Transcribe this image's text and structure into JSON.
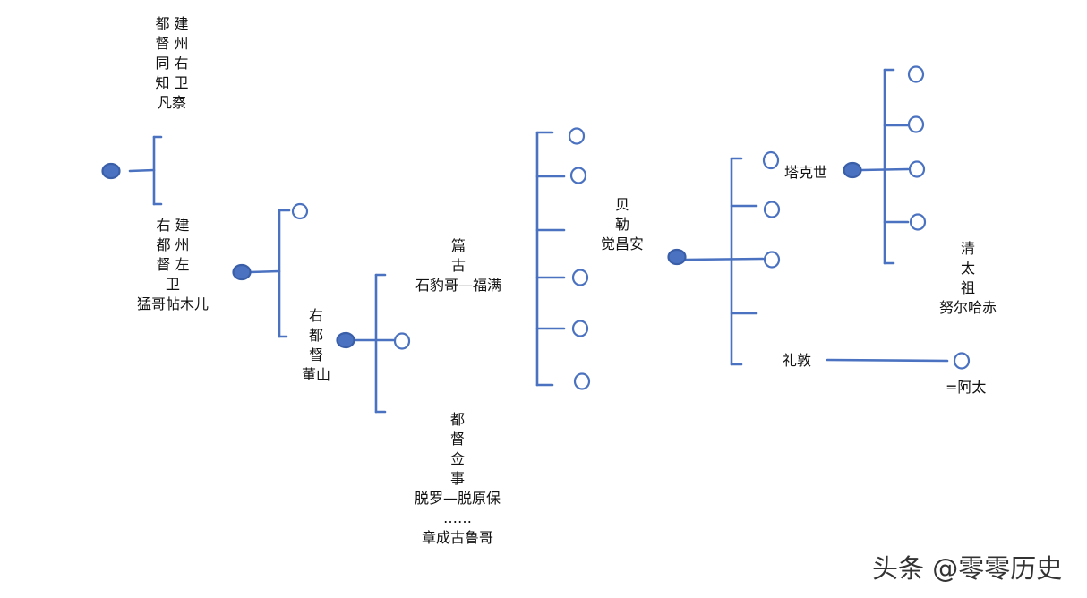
{
  "colors": {
    "line": "#4a72c0",
    "filled_node": "#4a72c0",
    "hollow_node": "#ffffff"
  },
  "labels": {
    "fancha_title": "都 建\n督 州\n同 右\n知 卫\n凡察",
    "mengge_title": "右 建\n都 州\n督 左\n卫\n猛哥帖木儿",
    "dongshan": "右\n都\n督\n董山",
    "fuman": "篇\n古\n石豹哥—福满",
    "tuoluo": "都\n督\n佥\n事\n脱罗—脱原保\n……\n章成古鲁哥",
    "giocangga": "贝\n勒\n觉昌安",
    "taksi": "塔克世",
    "nurhaci": "清\n太\n祖\n努尔哈赤",
    "lidun": "礼敦",
    "atai": "=阿太"
  },
  "watermark": "头条 @零零历史"
}
